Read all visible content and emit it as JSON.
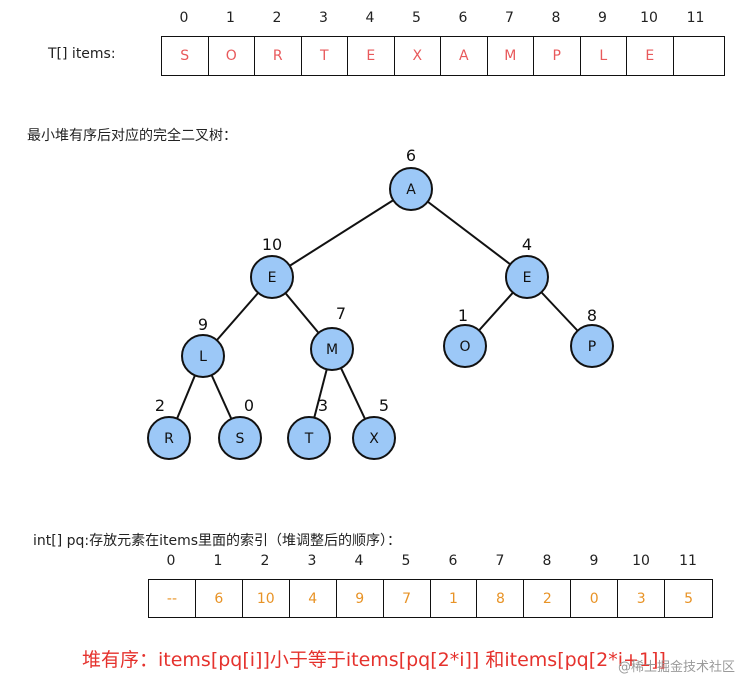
{
  "items_array": {
    "label": "T[] items:",
    "indices": [
      "0",
      "1",
      "2",
      "3",
      "4",
      "5",
      "6",
      "7",
      "8",
      "9",
      "10",
      "11"
    ],
    "values": [
      "S",
      "O",
      "R",
      "T",
      "E",
      "X",
      "A",
      "M",
      "P",
      "L",
      "E",
      ""
    ]
  },
  "tree": {
    "caption": "最小堆有序后对应的完全二叉树：",
    "nodes": [
      {
        "letter": "A",
        "index": "6"
      },
      {
        "letter": "E",
        "index": "10"
      },
      {
        "letter": "E",
        "index": "4"
      },
      {
        "letter": "L",
        "index": "9"
      },
      {
        "letter": "M",
        "index": "7"
      },
      {
        "letter": "O",
        "index": "1"
      },
      {
        "letter": "P",
        "index": "8"
      },
      {
        "letter": "R",
        "index": "2"
      },
      {
        "letter": "S",
        "index": "0"
      },
      {
        "letter": "T",
        "index": "3"
      },
      {
        "letter": "X",
        "index": "5"
      }
    ],
    "node_fill": "#9cc8f7",
    "node_stroke": "#111111"
  },
  "pq_array": {
    "label": "int[] pq:存放元素在items里面的索引（堆调整后的顺序）：",
    "indices": [
      "0",
      "1",
      "2",
      "3",
      "4",
      "5",
      "6",
      "7",
      "8",
      "9",
      "10",
      "11"
    ],
    "values": [
      "--",
      "6",
      "10",
      "4",
      "9",
      "7",
      "1",
      "8",
      "2",
      "0",
      "3",
      "5"
    ]
  },
  "heap_order_note": "堆有序：items[pq[i]]小于等于items[pq[2*i]] 和items[pq[2*i+1]]",
  "watermark": "@稀土掘金技术社区",
  "colors": {
    "items_text": "#e8595b",
    "pq_text": "#e89326",
    "note_text": "#e5322d"
  }
}
